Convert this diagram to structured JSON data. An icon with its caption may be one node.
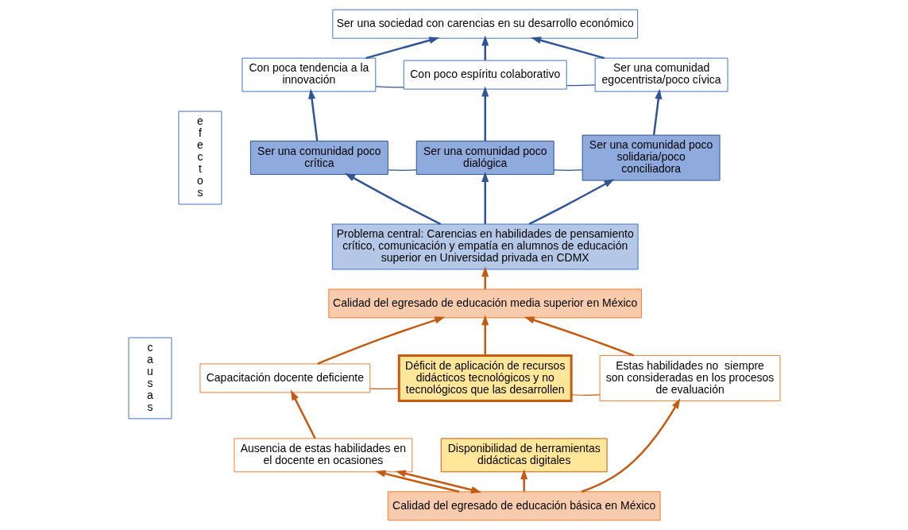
{
  "diagram": {
    "nodes": [
      {
        "text": [
          "e f e c t o s"
        ]
      },
      {
        "text": [
          "Ser una sociedad con carencias en su desarrollo económico"
        ]
      },
      {
        "text": [
          "Con poca tendencia a la innovación"
        ]
      },
      {
        "text": [
          "Con poco espíritu colaborativo"
        ]
      },
      {
        "text": [
          "Ser una comunidad egocentrista/poco cívica"
        ]
      },
      {
        "text": [
          "Ser una comunidad poco crítica"
        ]
      },
      {
        "text": [
          "Ser una comunidad poco dialógica"
        ]
      },
      {
        "text": [
          "Ser una comunidad poco solidaria/poco conciliadora"
        ]
      },
      {
        "text": [
          "Problema central: Carencias en habilidades de pensamiento crítico, comunicación y empatía en alumnos de educación superior en Universidad privada en CDMX"
        ]
      },
      {
        "text": [
          "c a u s a s"
        ]
      },
      {
        "text": [
          "Calidad del egresado de educación media superior en México"
        ]
      },
      {
        "text": [
          "Capacitación docente deficiente"
        ]
      },
      {
        "text": [
          "Déficit de aplicación de recursos didácticos tecnológicos y no tecnológicos que las desarrollen"
        ]
      },
      {
        "text": [
          "Estas habilidades no  siempre son consideradas en los procesos de evaluación"
        ]
      },
      {
        "text": [
          "Ausencia de estas habilidades en el docente en ocasiones"
        ]
      },
      {
        "text": [
          "Disponibilidad de herramientas didácticas digitales"
        ]
      },
      {
        "text": [
          "Calidad del egresado de educación básica en México"
        ]
      }
    ],
    "edges": [
      {
        "from": 2,
        "to": 1,
        "arrow": "to"
      },
      {
        "from": 3,
        "to": 1,
        "arrow": "to"
      },
      {
        "from": 4,
        "to": 1,
        "arrow": "to"
      },
      {
        "from": 2,
        "to": 3,
        "arrow": "none"
      },
      {
        "from": 3,
        "to": 4,
        "arrow": "none"
      },
      {
        "from": 5,
        "to": 2,
        "arrow": "to"
      },
      {
        "from": 6,
        "to": 3,
        "arrow": "to"
      },
      {
        "from": 7,
        "to": 4,
        "arrow": "to"
      },
      {
        "from": 5,
        "to": 6,
        "arrow": "none"
      },
      {
        "from": 6,
        "to": 7,
        "arrow": "none"
      },
      {
        "from": 8,
        "to": 5,
        "arrow": "to"
      },
      {
        "from": 8,
        "to": 6,
        "arrow": "to"
      },
      {
        "from": 8,
        "to": 7,
        "arrow": "to"
      },
      {
        "from": 10,
        "to": 8,
        "arrow": "to",
        "color": "#c55a11"
      },
      {
        "from": 11,
        "to": 10,
        "arrow": "to",
        "color": "#c55a11"
      },
      {
        "from": 12,
        "to": 10,
        "arrow": "to",
        "color": "#c55a11"
      },
      {
        "from": 13,
        "to": 10,
        "arrow": "to",
        "color": "#c55a11"
      },
      {
        "from": 11,
        "to": 12,
        "arrow": "none",
        "color": "#c55a11"
      },
      {
        "from": 12,
        "to": 13,
        "arrow": "none",
        "color": "#c55a11"
      },
      {
        "from": 14,
        "to": 11,
        "arrow": "to",
        "color": "#c55a11"
      },
      {
        "from": 16,
        "to": 14,
        "arrow": "to",
        "color": "#c55a11"
      },
      {
        "from": 14,
        "to": 16,
        "arrow": "both",
        "color": "#c55a11"
      },
      {
        "from": 16,
        "to": 15,
        "arrow": "to",
        "color": "#c55a11"
      },
      {
        "from": 16,
        "to": 13,
        "arrow": "to",
        "color": "#c55a11"
      }
    ]
  }
}
